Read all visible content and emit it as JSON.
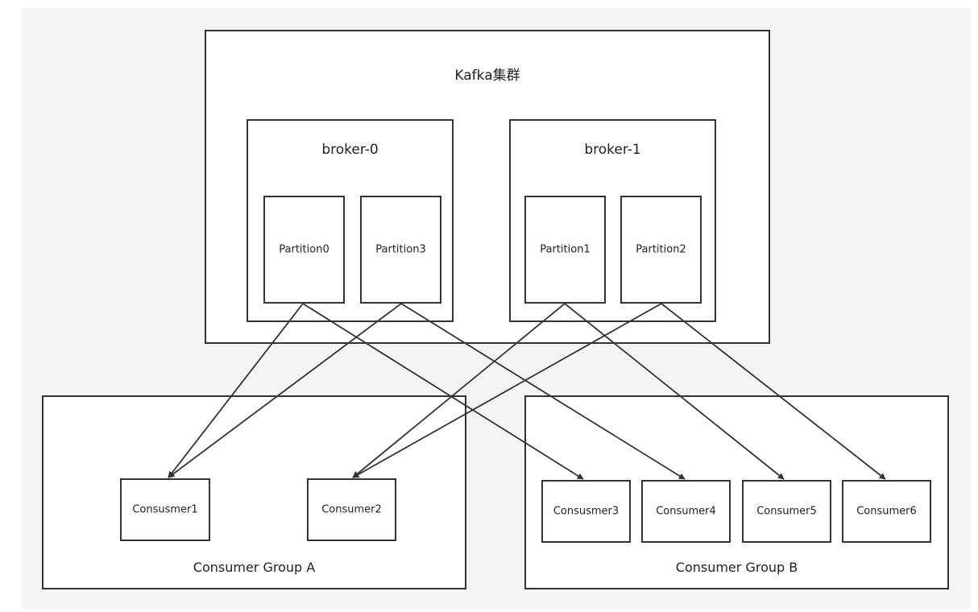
{
  "cluster": {
    "title": "Kafka集群",
    "brokers": [
      {
        "name": "broker-0",
        "partitions": [
          "Partition0",
          "Partition3"
        ]
      },
      {
        "name": "broker-1",
        "partitions": [
          "Partition1",
          "Partition2"
        ]
      }
    ]
  },
  "groups": [
    {
      "name": "Consumer Group A",
      "consumers": [
        "Consusmer1",
        "Consumer2"
      ]
    },
    {
      "name": "Consumer Group B",
      "consumers": [
        "Consusmer3",
        "Consumer4",
        "Consumer5",
        "Consumer6"
      ]
    }
  ],
  "assignments": [
    {
      "from": "Partition0",
      "to": "Consusmer1"
    },
    {
      "from": "Partition0",
      "to": "Consusmer3"
    },
    {
      "from": "Partition3",
      "to": "Consusmer1"
    },
    {
      "from": "Partition3",
      "to": "Consumer4"
    },
    {
      "from": "Partition1",
      "to": "Consumer2"
    },
    {
      "from": "Partition1",
      "to": "Consumer5"
    },
    {
      "from": "Partition2",
      "to": "Consumer2"
    },
    {
      "from": "Partition2",
      "to": "Consumer6"
    }
  ]
}
